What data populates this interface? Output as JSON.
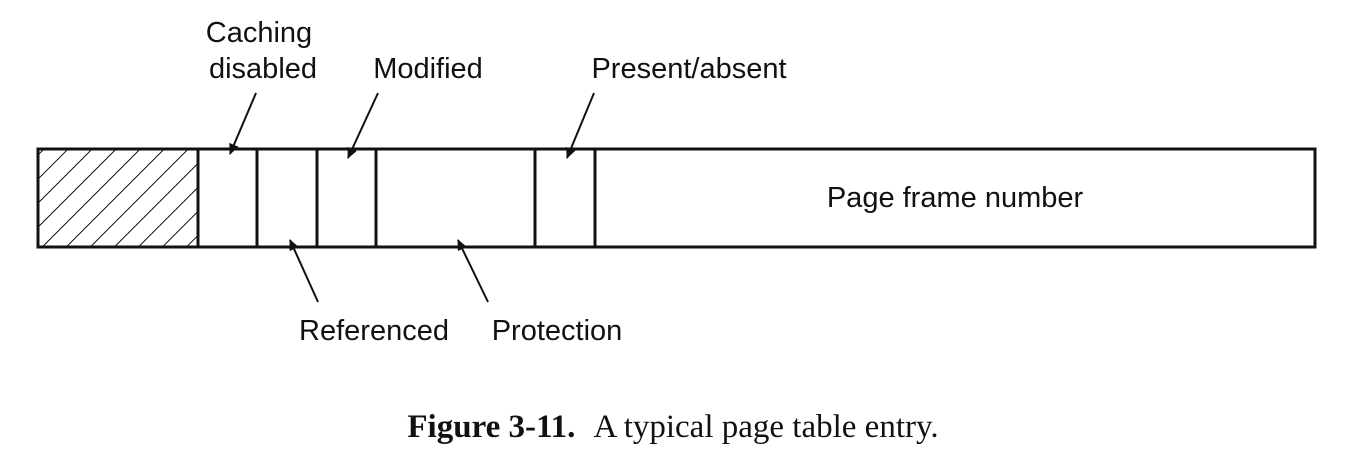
{
  "diagram": {
    "fields": {
      "caching_disabled": [
        "Caching",
        "disabled"
      ],
      "modified": "Modified",
      "present_absent": "Present/absent",
      "referenced": "Referenced",
      "protection": "Protection",
      "page_frame_number": "Page frame number"
    }
  },
  "caption": {
    "label": "Figure 3-11.",
    "text": "A typical page table entry."
  }
}
